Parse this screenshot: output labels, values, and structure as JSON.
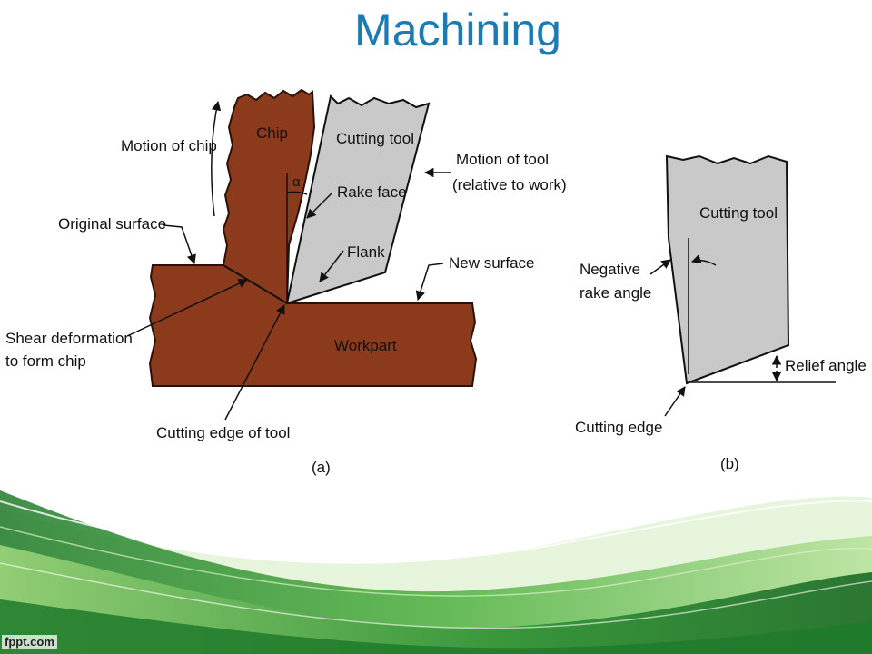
{
  "slide": {
    "title": "Machining",
    "watermark": "fppt.com"
  },
  "figure_a": {
    "caption": "(a)",
    "chip": "Chip",
    "cutting_tool": "Cutting tool",
    "alpha": "α",
    "rake_face": "Rake face",
    "flank": "Flank",
    "workpart": "Workpart",
    "motion_of_chip": "Motion of chip",
    "motion_of_tool_line1": "Motion of tool",
    "motion_of_tool_line2": "(relative to work)",
    "original_surface": "Original surface",
    "new_surface": "New surface",
    "shear_line1": "Shear deformation",
    "shear_line2": "to form chip",
    "cutting_edge_of_tool": "Cutting edge of tool"
  },
  "figure_b": {
    "caption": "(b)",
    "cutting_tool": "Cutting tool",
    "negative_line1": "Negative",
    "negative_line2": "rake angle",
    "relief_angle": "Relief angle",
    "cutting_edge": "Cutting edge"
  },
  "colors": {
    "title": "#1b7bb5",
    "workpart": "#8b3a1c",
    "tool": "#c9c9c9",
    "wave_dark": "#1f7a2a",
    "wave_light": "#8fd06a"
  }
}
